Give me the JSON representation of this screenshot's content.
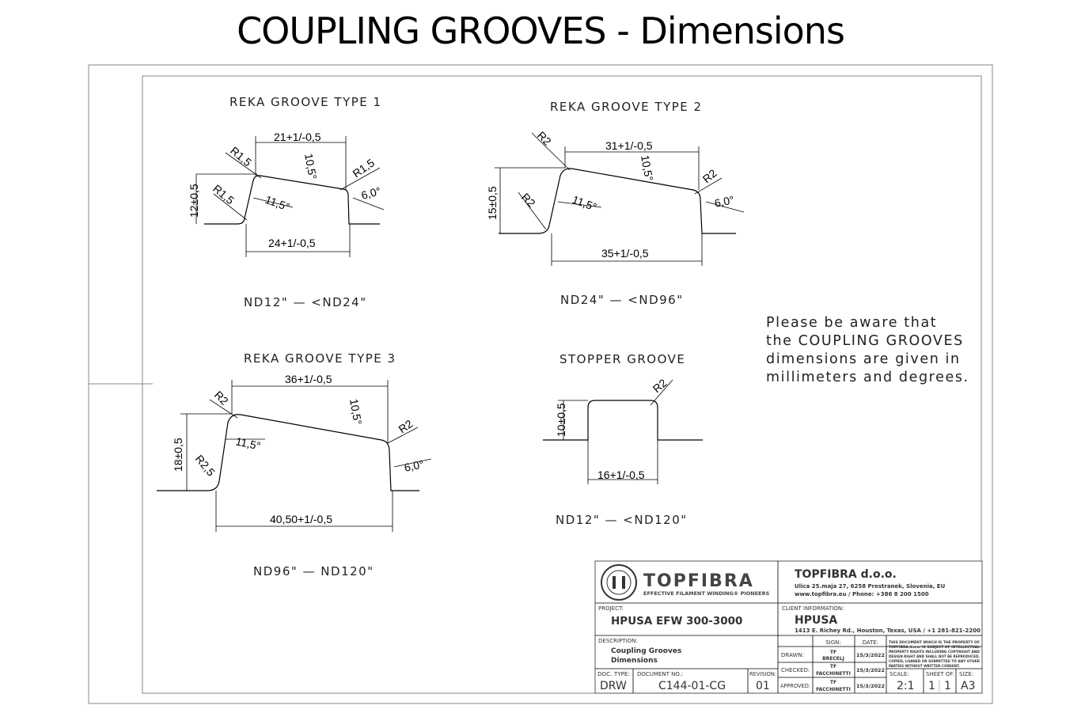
{
  "title": "COUPLING GROOVES - Dimensions",
  "grooves": {
    "type1": {
      "label": "REKA GROOVE TYPE 1",
      "top_width": "21+1/-0,5",
      "bottom_width": "24+1/-0,5",
      "height": "12±0,5",
      "r_top_left": "R1,5",
      "r_top_right": "R1,5",
      "r_bottom": "R1,5",
      "angle_top": "10,5°",
      "angle_left": "11,5°",
      "angle_right": "6,0°",
      "range": "ND12\" — <ND24\""
    },
    "type2": {
      "label": "REKA GROOVE TYPE 2",
      "top_width": "31+1/-0,5",
      "bottom_width": "35+1/-0,5",
      "height": "15±0,5",
      "r_top_left": "R2",
      "r_top_right": "R2",
      "r_bottom": "R2",
      "angle_top": "10,5°",
      "angle_left": "11,5°",
      "angle_right": "6,0°",
      "range": "ND24\" — <ND96\""
    },
    "type3": {
      "label": "REKA GROOVE TYPE 3",
      "top_width": "36+1/-0,5",
      "bottom_width": "40,50+1/-0,5",
      "height": "18±0,5",
      "r_top_left": "R2",
      "r_top_right": "R2",
      "r_bottom": "R2,5",
      "angle_top": "10,5°",
      "angle_left": "11,5°",
      "angle_right": "6,0°",
      "range": "ND96\" — ND120\""
    },
    "stopper": {
      "label": "STOPPER GROOVE",
      "width": "16+1/-0,5",
      "height": "10±0,5",
      "radius": "R2",
      "range": "ND12\" — <ND120\""
    }
  },
  "note": [
    "Please be aware that",
    "the COUPLING GROOVES",
    "dimensions are given in",
    "millimeters and degrees."
  ],
  "title_block": {
    "logo_text": "TOPFIBRA",
    "logo_tagline": "EFFECTIVE FILAMENT WINDING® PIONEERS",
    "company": "TOPFIBRA d.o.o.",
    "company_address": "Ulica 25.maja 27, 6258 Prestranek, Slovenia, EU",
    "company_contact": "www.topfibra.eu / Phone: +386 8 200 1500",
    "project_label": "PROJECT:",
    "project": "HPUSA EFW 300-3000",
    "client_label": "CLIENT INFORMATION:",
    "client": "HPUSA",
    "client_address": "1413 E. Richey Rd., Houston, Texas, USA / +1 281-821-2200",
    "description_label": "DESCRIPTION:",
    "description": [
      "Coupling Grooves",
      "Dimensions"
    ],
    "sign_label": "SIGN:",
    "date_label": "DATE:",
    "drawn_label": "DRAWN:",
    "drawn_sign": [
      "TF",
      "BRECELJ"
    ],
    "drawn_date": "15/3/2022",
    "checked_label": "CHECKED:",
    "checked_sign": [
      "TF",
      "FACCHINETTI"
    ],
    "checked_date": "15/3/2022",
    "approved_label": "APPROVED:",
    "approved_sign": [
      "TF",
      "FACCHINETTI"
    ],
    "approved_date": "15/3/2022",
    "copyright": [
      "THIS DOCUMENT WHICH IS THE PROPERTY OF",
      "TOPFIBRA d.o.o. IS SUBJECT OF INTELLECTUAL",
      "PROPERTY RIGHTS INCLUDING COPYRIGHT AND",
      "DESIGN RIGHT AND SHALL NOT BE REPRODUCED,",
      "COPIED, LOANED OR SUBMITTED TO ANY OTHER",
      "PARTIES WITHOUT WRITTEN CONSENT."
    ],
    "doc_type_label": "DOC. TYPE:",
    "doc_type": "DRW",
    "doc_no_label": "DOCUMENT NO.:",
    "doc_no": "C144-01-CG",
    "revision_label": "REVISION:",
    "revision": "01",
    "scale_label": "SCALE:",
    "scale": "2:1",
    "sheet_label": "SHEET OF:",
    "sheet": "1",
    "sheet_of": "1",
    "size_label": "SIZE:",
    "size": "A3"
  }
}
